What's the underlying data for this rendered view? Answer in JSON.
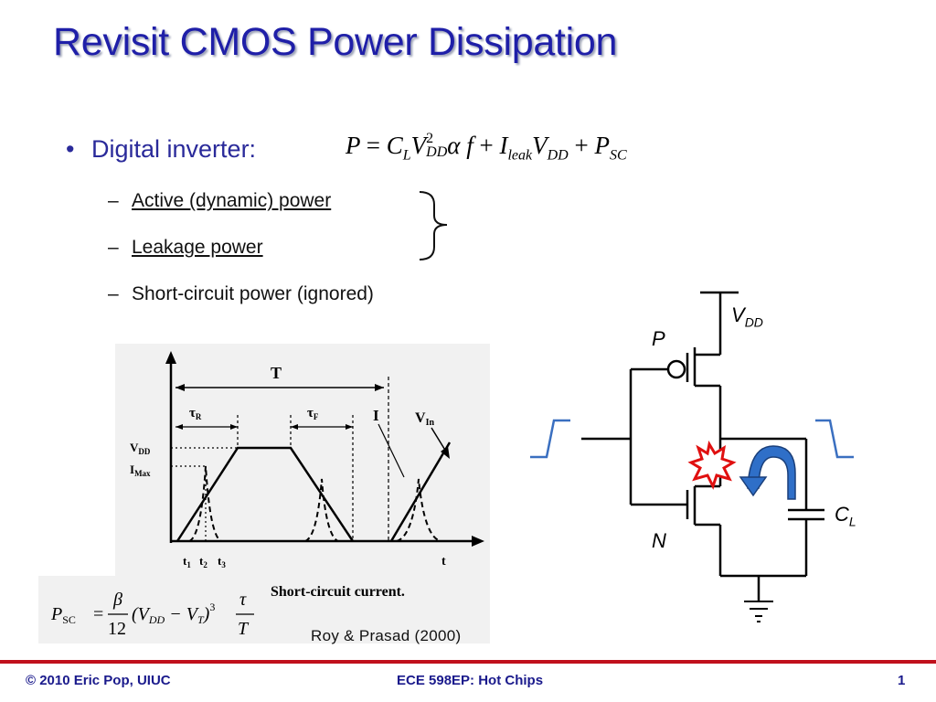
{
  "slide": {
    "title": "Revisit CMOS Power Dissipation",
    "bullet": {
      "marker": "•",
      "label": "Digital inverter:",
      "subitems": [
        {
          "marker": "–",
          "label": "Active (dynamic) power"
        },
        {
          "marker": "–",
          "label": "Leakage power"
        },
        {
          "marker": "–",
          "label": "Short-circuit power (ignored)"
        }
      ]
    },
    "formula": {
      "P": "P",
      "eq": "=",
      "C": "C",
      "C_sub": "L",
      "V": "V",
      "V_sub": "DD",
      "V_sup": "2",
      "alpha": "α",
      "f": "f",
      "plus1": "+",
      "I": "I",
      "I_sub": "leak",
      "V2": "V",
      "V2_sub": "DD",
      "plus2": "+",
      "P2": "P",
      "P2_sub": "SC"
    },
    "waveform_figure": {
      "T": "T",
      "tau_r": "τ",
      "tau_r_sub": "R",
      "tau_f": "τ",
      "tau_f_sub": "F",
      "I": "I",
      "V_in": "V",
      "V_in_sub": "In",
      "V_dd": "V",
      "V_dd_sub": "DD",
      "I_max": "I",
      "I_max_sub": "Max",
      "t1": "t",
      "t1_sub": "1",
      "t2": "t",
      "t2_sub": "2",
      "t3": "t",
      "t3_sub": "3",
      "t": "t",
      "caption": "Short-circuit current.",
      "psc_formula": {
        "lhs": "P",
        "lhs_sub": "SC",
        "eq": "=",
        "num": "β",
        "den": "12",
        "body": "(V",
        "vdd_sub": "DD",
        "minus": " − V",
        "vt_sub": "T",
        "close": ")",
        "pow": "3",
        "tau": "τ",
        "Tden": "T"
      }
    },
    "citation": "Roy & Prasad (2000)",
    "circuit": {
      "vdd": "V",
      "vdd_sub": "DD",
      "p": "P",
      "n": "N",
      "cl": "C",
      "cl_sub": "L"
    },
    "footer": {
      "left": "© 2010 Eric Pop, UIUC",
      "center": "ECE 598EP: Hot Chips",
      "right": "1"
    }
  },
  "colors": {
    "title": "#1f1fa8",
    "bullet": "#2a2a9a",
    "footer_rule": "#c0101c",
    "footer_text": "#1a1a8c",
    "arrow_fill": "#2f6fc8",
    "spark": "#e01010"
  }
}
